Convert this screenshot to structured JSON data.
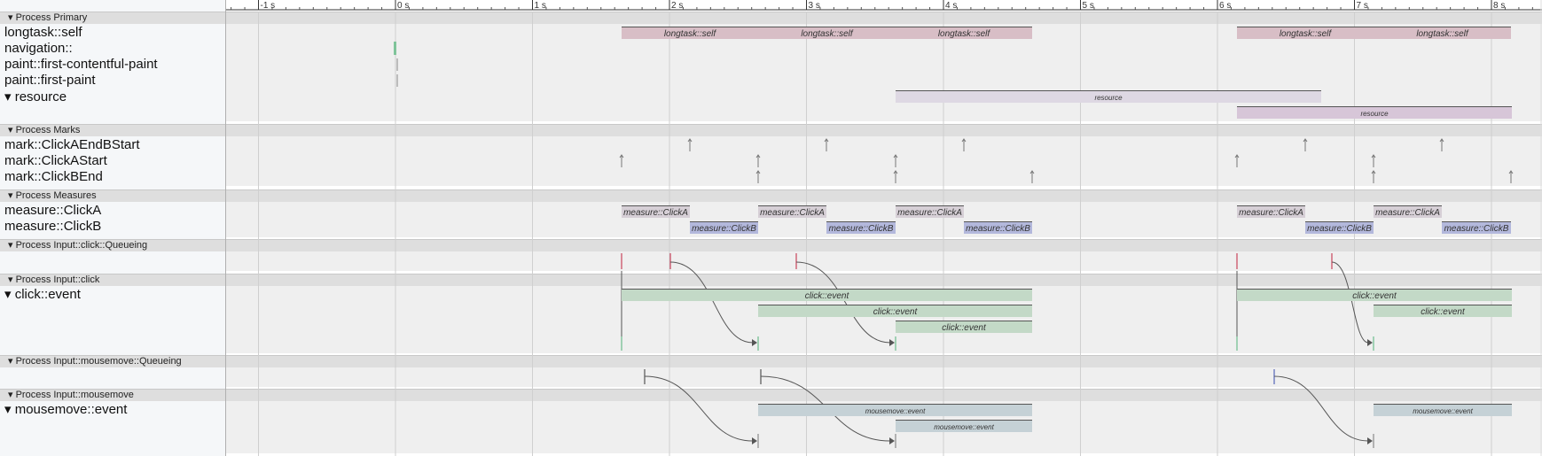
{
  "colors": {
    "longtask": "#d8bec6",
    "resource1": "#ded8e3",
    "resource2": "#d7c6d8",
    "measureA": "#d6cfd6",
    "measureB": "#b3b8dc",
    "click": "#c3d9c7",
    "mousemove": "#c5d1d6",
    "flow": "#555555",
    "queueRed": "#c8425b",
    "queueBlue": "#5465b8"
  },
  "ruler": {
    "ticks": [
      "-1 s",
      "0 s",
      "1 s",
      "2 s",
      "3 s",
      "4 s",
      "5 s",
      "6 s",
      "7 s",
      "8 s"
    ]
  },
  "sections": {
    "primary": {
      "header": "▾ Process Primary",
      "tracks": [
        "longtask::self",
        "navigation::",
        "paint::first-contentful-paint",
        "paint::first-paint",
        "▾  resource"
      ],
      "longtask_slices": [
        "longtask::self",
        "longtask::self",
        "longtask::self",
        "longtask::self",
        "longtask::self"
      ],
      "resource_slices": [
        "resource",
        "resource"
      ]
    },
    "marks": {
      "header": "▾ Process Marks",
      "tracks": [
        "mark::ClickAEndBStart",
        "mark::ClickAStart",
        "mark::ClickBEnd"
      ]
    },
    "measures": {
      "header": "▾ Process Measures",
      "tracks": [
        "measure::ClickA",
        "measure::ClickB"
      ],
      "a_slices": [
        "measure::ClickA",
        "measure::ClickA",
        "measure::ClickA",
        "measure::ClickA",
        "measure::ClickA"
      ],
      "b_slices": [
        "measure::ClickB",
        "measure::ClickB",
        "measure::ClickB",
        "measure::ClickB",
        "measure::ClickB"
      ]
    },
    "click_queueing": {
      "header": "▾ Process Input::click::Queueing"
    },
    "click": {
      "header": "▾ Process Input::click",
      "tracks": [
        "▾  click::event"
      ],
      "slices": [
        "click::event",
        "click::event",
        "click::event",
        "click::event",
        "click::event"
      ]
    },
    "mousemove_queueing": {
      "header": "▾ Process Input::mousemove::Queueing"
    },
    "mousemove": {
      "header": "▾ Process Input::mousemove",
      "tracks": [
        "▾  mousemove::event"
      ],
      "slices": [
        "mousemove::event",
        "mousemove::event",
        "mousemove::event"
      ]
    }
  }
}
